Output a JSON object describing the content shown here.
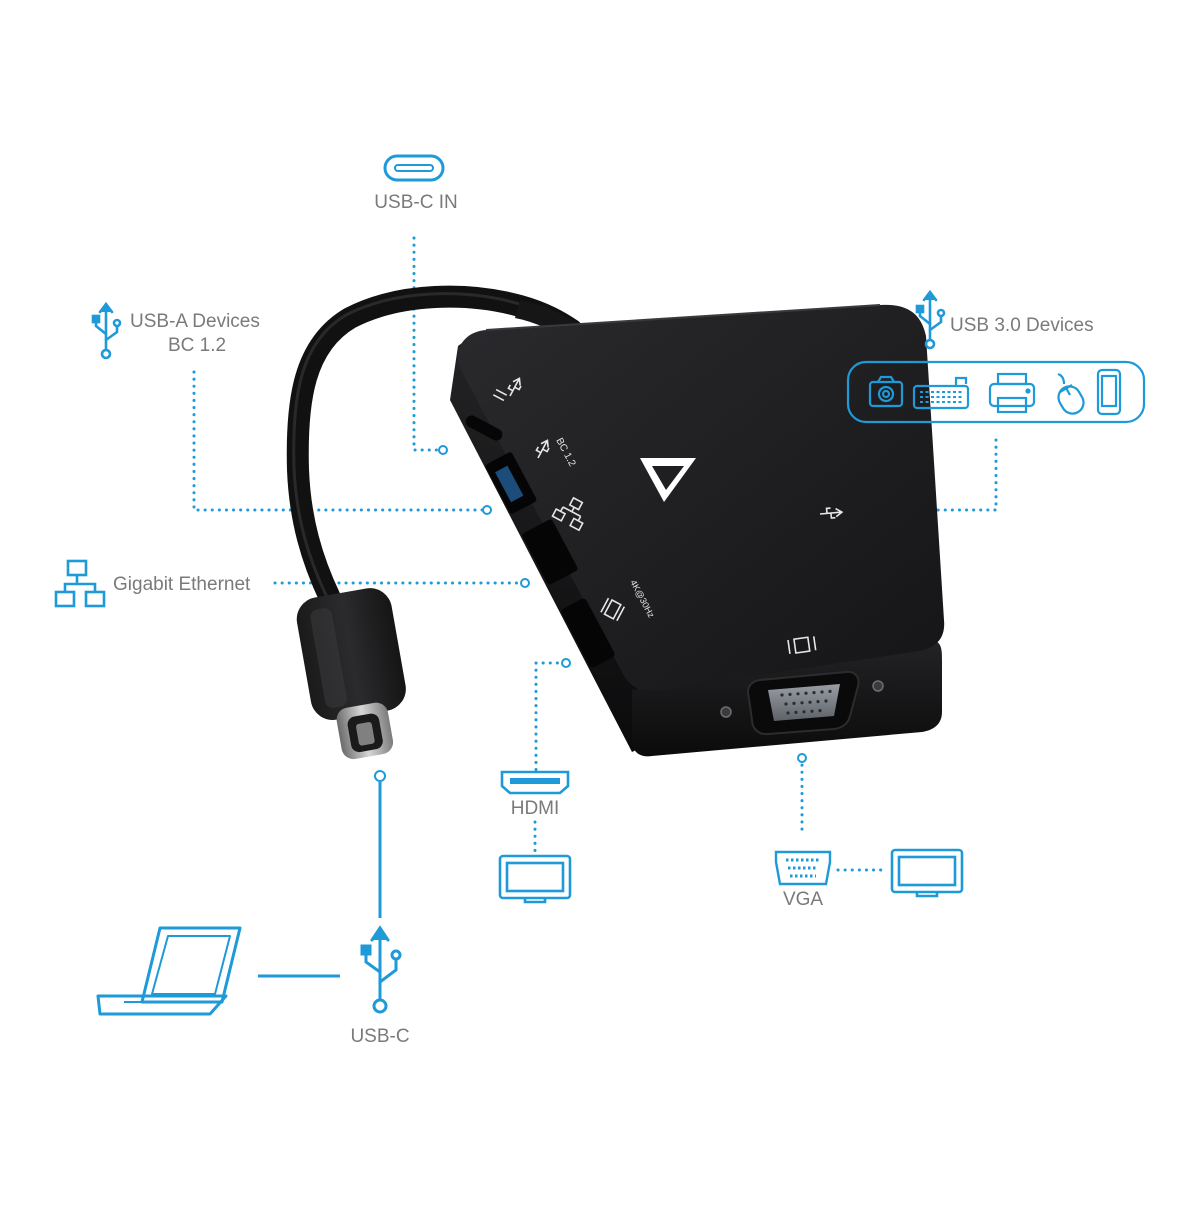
{
  "colors": {
    "accent": "#1e9ad8",
    "label": "#7a7a7a",
    "device_body": "#1d1d1f",
    "device_edge": "#0c0c0d"
  },
  "labels": {
    "usbc_in": "USB-C IN",
    "usba_title": "USB-A Devices",
    "usba_sub": "BC 1.2",
    "usb3": "USB 3.0 Devices",
    "ethernet": "Gigabit Ethernet",
    "hdmi": "HDMI",
    "vga": "VGA",
    "usbc": "USB-C"
  },
  "device_markings": {
    "bc12": "BC 1.2",
    "hdmi_res": "4K@30Hz"
  },
  "icons": {
    "usbc_port": "usb-c-port-icon",
    "usb": "usb-trident-icon",
    "network": "network-icon",
    "monitor": "monitor-icon",
    "laptop": "laptop-icon",
    "hdmi_connector": "hdmi-connector-icon",
    "vga_connector": "vga-connector-icon",
    "usb3_devices": [
      "camera-icon",
      "keyboard-icon",
      "printer-icon",
      "mouse-icon",
      "phone-icon"
    ]
  }
}
